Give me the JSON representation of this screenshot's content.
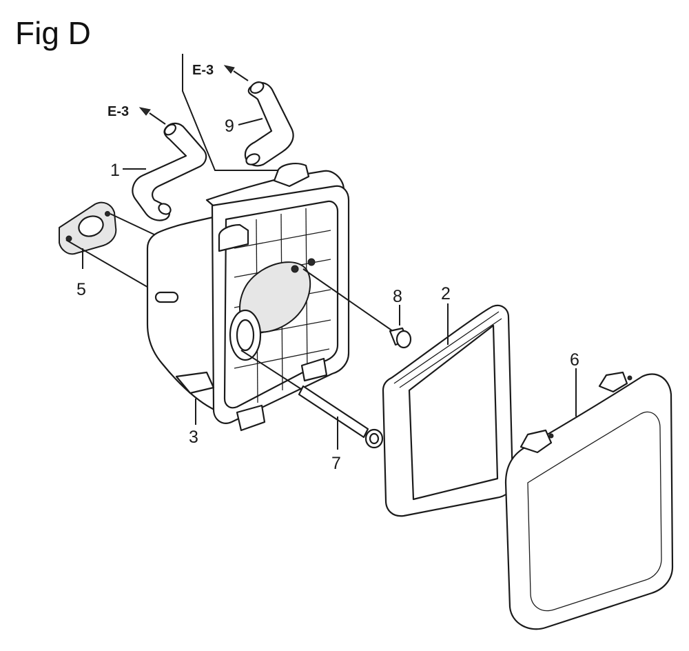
{
  "figure": {
    "title": "Fig D"
  },
  "callouts": {
    "c1": "1",
    "c2": "2",
    "c3": "3",
    "c5": "5",
    "c6": "6",
    "c7": "7",
    "c8": "8",
    "c9": "9"
  },
  "references": {
    "ref_hose_1": "E-3",
    "ref_hose_9": "E-3"
  }
}
